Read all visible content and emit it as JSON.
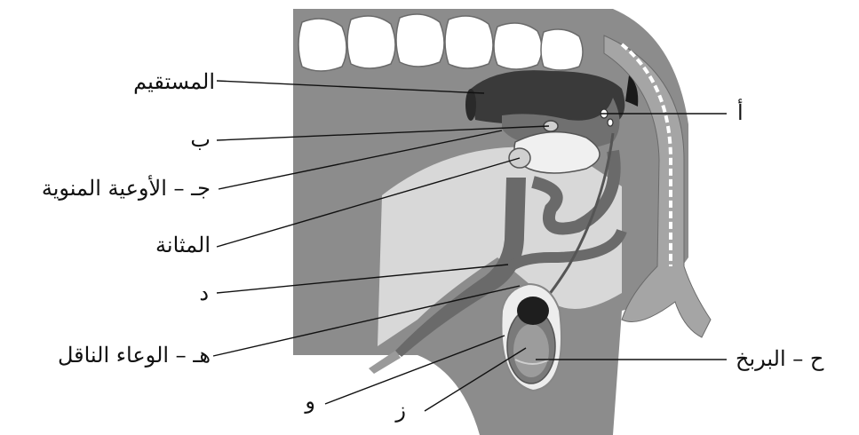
{
  "labels": {
    "rectum": "المستقيم",
    "b": "ب",
    "c_seminal_vessels": "جـ – الأوعية المنوية",
    "bladder": "المثانة",
    "d": "د",
    "e_vas_deferens": "هـ – الوعاء الناقل",
    "f": "و",
    "g": "ز",
    "a": "أ",
    "h_epididymis": "ح – البربخ"
  }
}
